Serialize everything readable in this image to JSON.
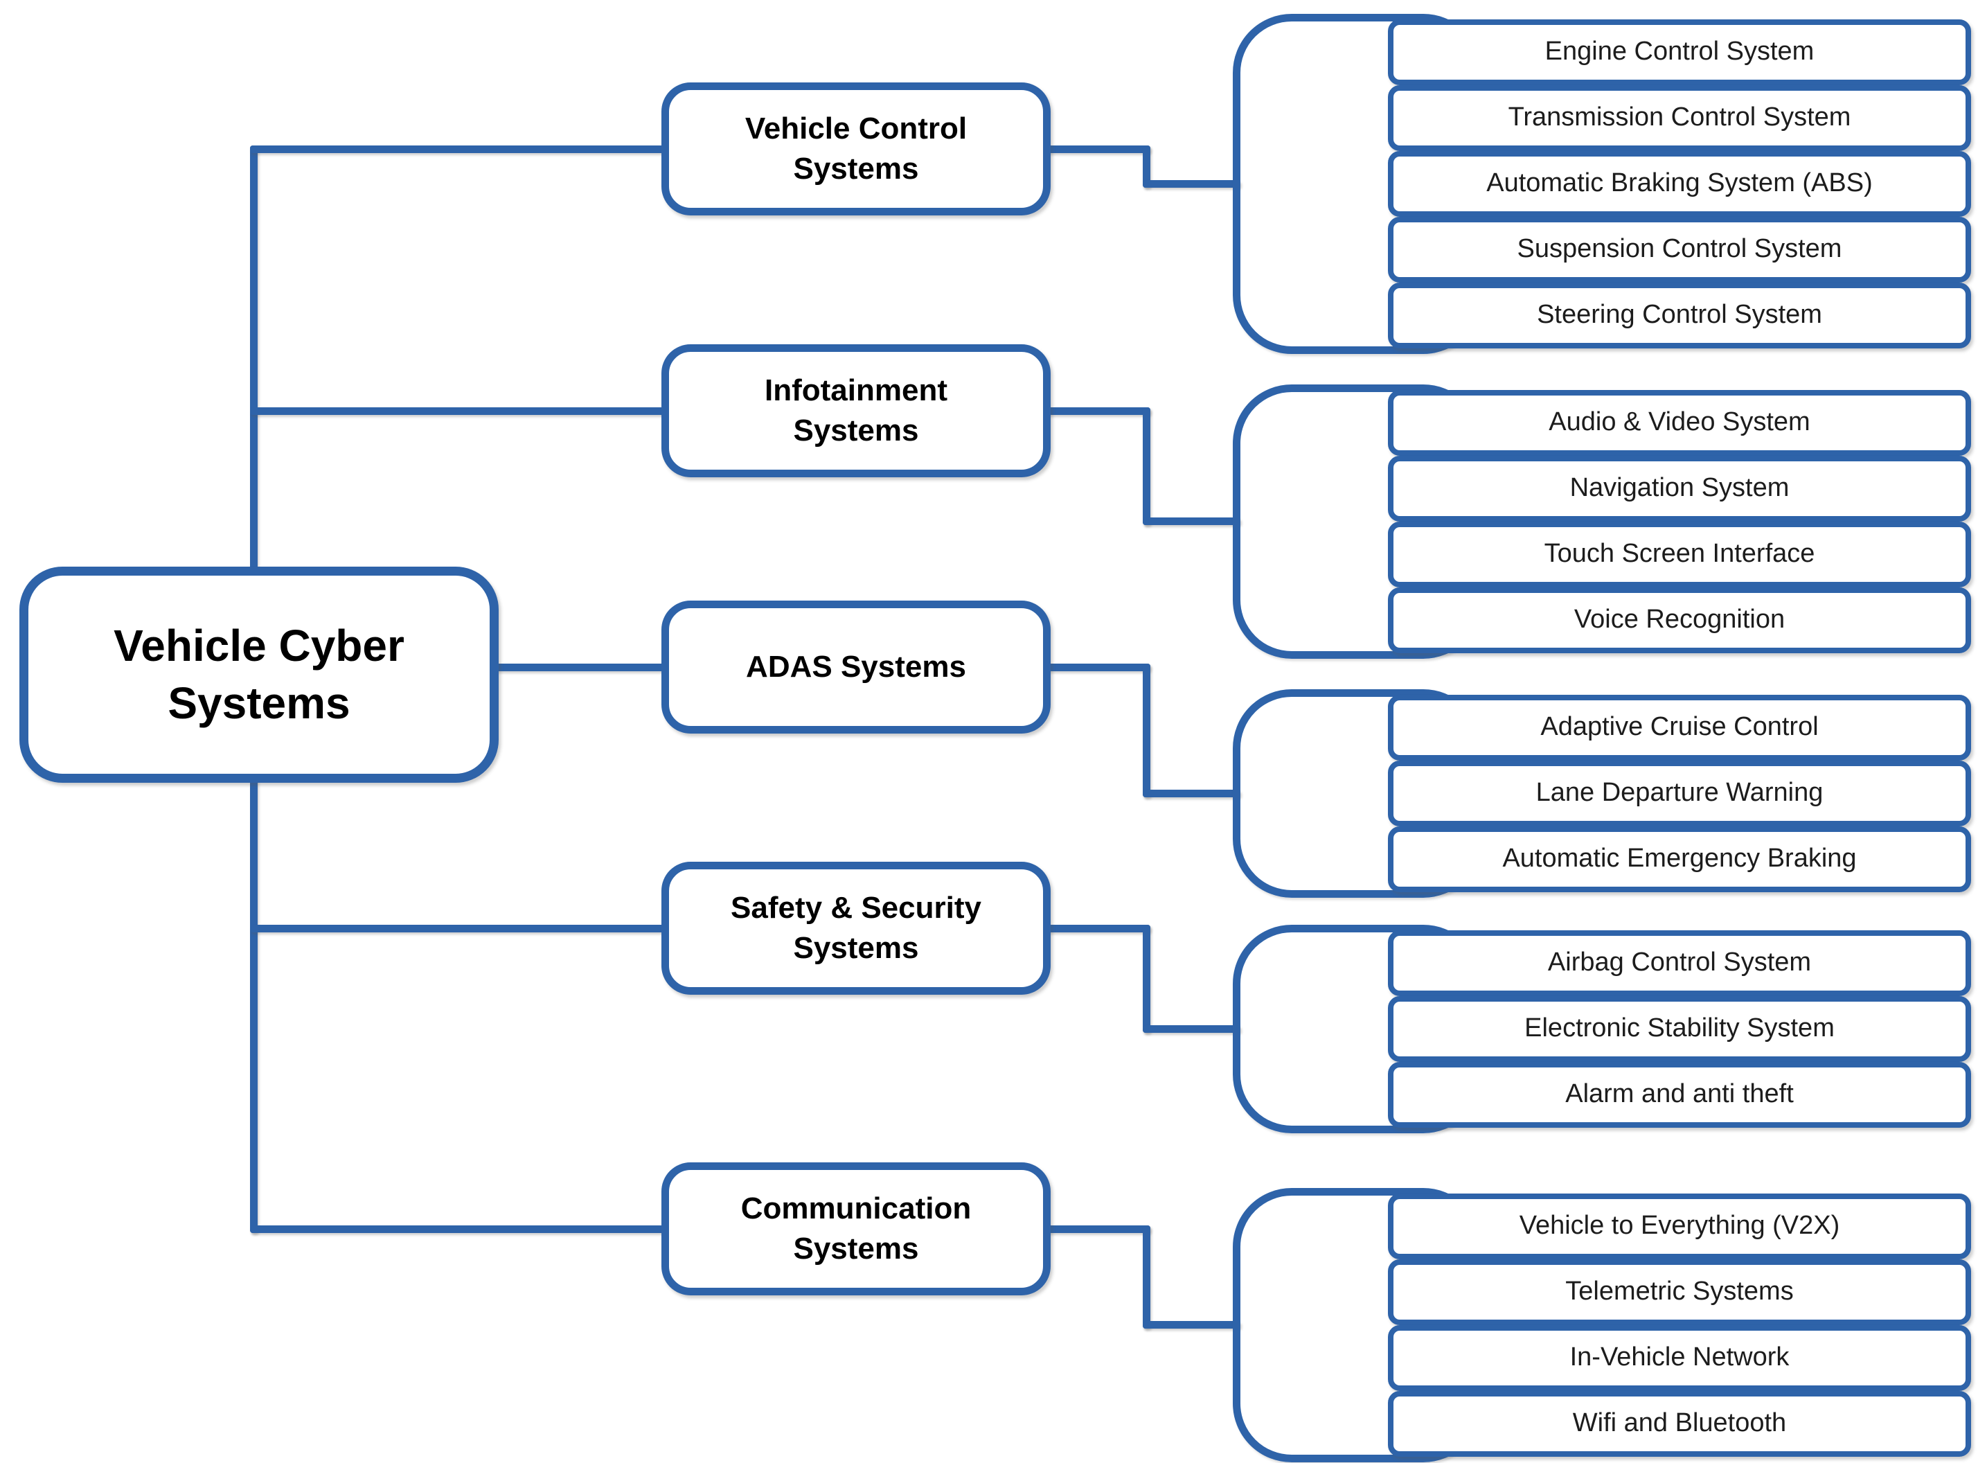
{
  "colors": {
    "line_blue": "#2E63A9",
    "box_fill": "#FFFFFF",
    "root_text": "#000000",
    "branch_text": "#000000",
    "leaf_text": "#1C1C1C",
    "background": "#FFFFFF"
  },
  "root": {
    "label": "Vehicle Cyber Systems"
  },
  "branches": [
    {
      "label": "Vehicle Control Systems",
      "children": [
        "Engine Control System",
        "Transmission Control System",
        "Automatic Braking System (ABS)",
        "Suspension Control System",
        "Steering Control System"
      ]
    },
    {
      "label": "Infotainment Systems",
      "children": [
        "Audio & Video System",
        "Navigation System",
        "Touch Screen Interface",
        "Voice Recognition"
      ]
    },
    {
      "label": "ADAS Systems",
      "children": [
        "Adaptive Cruise Control",
        "Lane Departure Warning",
        "Automatic Emergency Braking"
      ]
    },
    {
      "label": "Safety & Security Systems",
      "children": [
        "Airbag Control System",
        "Electronic Stability System",
        "Alarm and anti theft"
      ]
    },
    {
      "label": "Communication Systems",
      "children": [
        "Vehicle to Everything (V2X)",
        "Telemetric Systems",
        "In-Vehicle Network",
        "Wifi and Bluetooth"
      ]
    }
  ]
}
